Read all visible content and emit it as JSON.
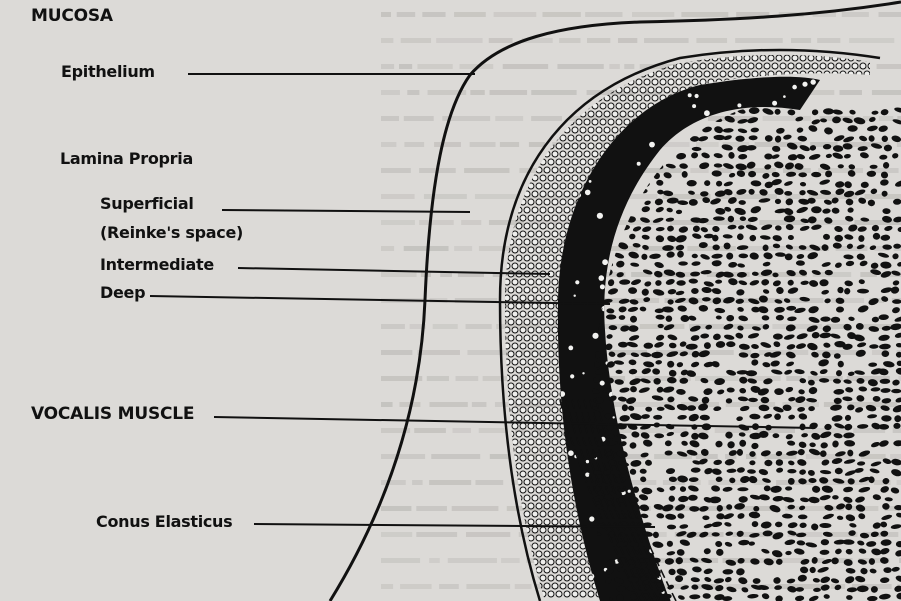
{
  "figure": {
    "labels": {
      "mucosa": "MUCOSA",
      "epithelium": "Epithelium",
      "lamina_propria": "Lamina Propria",
      "superficial": "Superficial",
      "reinkes_space": "(Reinke's space)",
      "intermediate": "Intermediate",
      "deep": "Deep",
      "vocalis_muscle": "VOCALIS MUSCLE",
      "conus_elasticus": "Conus Elasticus"
    },
    "colors": {
      "ink": "#111111",
      "paper": "#dcdad7",
      "ghost_text": "#b9b7b3"
    }
  }
}
